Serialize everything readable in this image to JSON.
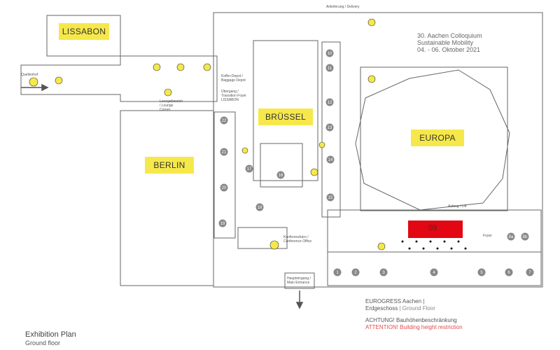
{
  "halls": {
    "lissabon": "LISSABON",
    "berlin": "BERLIN",
    "bruessel": "BRÜSSEL",
    "europa": "EUROPA"
  },
  "event": {
    "line1": "30. Aachen Colloquium",
    "line2": "Sustainable Mobility",
    "line3": "04. - 06. Oktober 2021"
  },
  "highlight_booth": "09",
  "booths": [
    "1",
    "2",
    "3",
    "4",
    "5",
    "6",
    "7",
    "10",
    "11",
    "12",
    "13",
    "14",
    "15",
    "16",
    "17",
    "18",
    "19",
    "20",
    "21",
    "22",
    "8a",
    "8b"
  ],
  "venue": {
    "line1": "EUROGRESS  Aachen |",
    "line2_de": "Erdgeschoss",
    "line2_en": "| Ground Floor"
  },
  "warning": {
    "de": "ACHTUNG! Bauhöhenbeschränkung",
    "en": "ATTENTION! Building height restriction"
  },
  "plan": {
    "title": "Exhibition Plan",
    "subtitle": "Ground floor"
  },
  "small_labels": {
    "delivery": "Anlieferung / Delivery",
    "quellenhof": "Quellenhof",
    "lounge": "Loungebereich / Lounge Corner",
    "baggage": "Koffer-Depot / Baggage Depot",
    "transition": "Übergang / Transition Foyer LISSABON",
    "lift": "Aufzug / Lift",
    "foyer": "Foyer",
    "conference_office": "Konferenzbüro / Conference Office",
    "main_entrance": "Haupteingang / Main Entrance"
  }
}
